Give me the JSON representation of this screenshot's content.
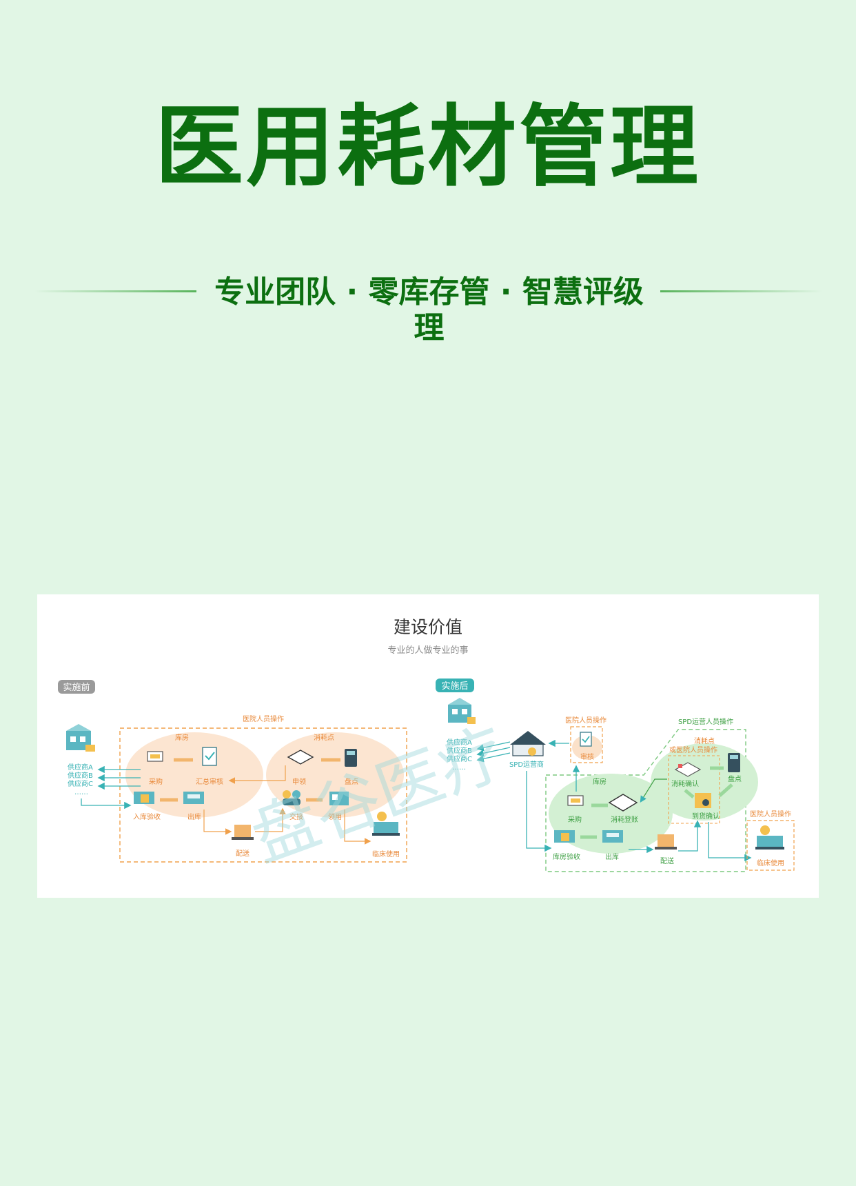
{
  "title": "医用耗材管理",
  "subtitle": "专业团队 · 零库存管 · 智慧评级理",
  "panel": {
    "title": "建设价值",
    "subtitle": "专业的人做专业的事",
    "before": {
      "badge": "实施前",
      "group_label": "医院人员操作",
      "warehouse_label": "库房",
      "consume_label": "消耗点",
      "suppliers": [
        "供应商A",
        "供应商B",
        "供应商C",
        "……"
      ],
      "nodes": {
        "purchase": "采购",
        "review": "汇总审核",
        "apply": "申领",
        "inventory": "盘点",
        "inbound": "入库验收",
        "outbound": "出库",
        "handover": "交接",
        "receive": "领用",
        "delivery": "配送",
        "clinical": "临床使用"
      }
    },
    "after": {
      "badge": "实施后",
      "suppliers": [
        "供应商A",
        "供应商B",
        "供应商C",
        "……"
      ],
      "spd": "SPD运营商",
      "hospital_op": "医院人员操作",
      "review": "审核",
      "warehouse_label": "库房",
      "spd_op": "SPD运营人员操作",
      "consume_label": "消耗点",
      "or_hospital": "或医院人员操作",
      "nodes": {
        "consume_confirm": "消耗确认",
        "inventory": "盘点",
        "arrival_confirm": "到货确认",
        "purchase": "采购",
        "consume_register": "消耗登账",
        "inbound": "库房验收",
        "outbound": "出库",
        "delivery": "配送",
        "clinical": "临床使用"
      },
      "hospital_op2": "医院人员操作"
    },
    "watermark": "盘谷医疗"
  },
  "colors": {
    "title": "#0c6f10",
    "background": "#e1f6e5",
    "orange": "#f0a04b",
    "teal": "#38b2b4",
    "green_dash": "#7cc87f"
  }
}
